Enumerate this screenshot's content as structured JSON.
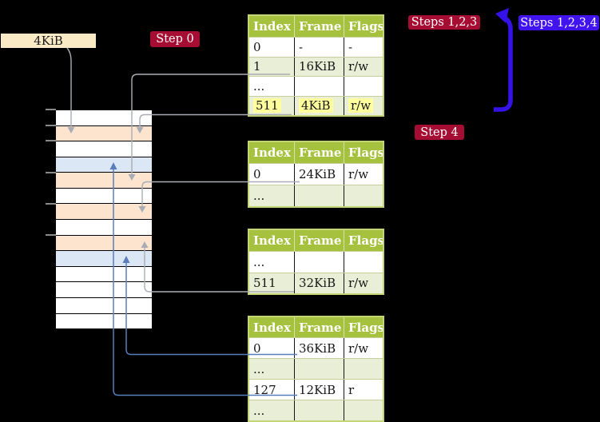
{
  "page_label": {
    "text": "4KiB"
  },
  "badges": [
    {
      "label": "Step 0",
      "color": "#a60d33"
    },
    {
      "label": "Steps 1,2,3",
      "color": "#a60d33"
    },
    {
      "label": "Steps 1,2,3,4",
      "color": "#4013ef"
    },
    {
      "label": "Step 4",
      "color": "#a60d33"
    }
  ],
  "tables": [
    {
      "name": "page-table-level4",
      "headers": [
        "Index",
        "Frame",
        "Flags"
      ],
      "rows": [
        {
          "cells": [
            "0",
            "-",
            "-"
          ],
          "shaded": false,
          "highlight": false
        },
        {
          "cells": [
            "1",
            "16KiB",
            "r/w"
          ],
          "shaded": true,
          "highlight": false
        },
        {
          "cells": [
            "...",
            "",
            ""
          ],
          "shaded": false,
          "highlight": false
        },
        {
          "cells": [
            "511",
            "4KiB",
            "r/w"
          ],
          "shaded": true,
          "highlight": true
        }
      ]
    },
    {
      "name": "page-table-second",
      "headers": [
        "Index",
        "Frame",
        "Flags"
      ],
      "rows": [
        {
          "cells": [
            "0",
            "24KiB",
            "r/w"
          ],
          "shaded": false,
          "highlight": false
        },
        {
          "cells": [
            "...",
            "",
            ""
          ],
          "shaded": true,
          "highlight": false
        }
      ]
    },
    {
      "name": "page-table-third",
      "headers": [
        "Index",
        "Frame",
        "Flags"
      ],
      "rows": [
        {
          "cells": [
            "...",
            "",
            ""
          ],
          "shaded": false,
          "highlight": false
        },
        {
          "cells": [
            "511",
            "32KiB",
            "r/w"
          ],
          "shaded": true,
          "highlight": false
        }
      ]
    },
    {
      "name": "page-table-fourth",
      "headers": [
        "Index",
        "Frame",
        "Flags"
      ],
      "rows": [
        {
          "cells": [
            "0",
            "36KiB",
            "r/w"
          ],
          "shaded": false,
          "highlight": false
        },
        {
          "cells": [
            "...",
            "",
            ""
          ],
          "shaded": true,
          "highlight": false
        },
        {
          "cells": [
            "127",
            "12KiB",
            "r"
          ],
          "shaded": false,
          "highlight": false
        },
        {
          "cells": [
            "...",
            "",
            ""
          ],
          "shaded": true,
          "highlight": false
        }
      ]
    }
  ],
  "memory": {
    "rows": [
      "white",
      "orange",
      "white",
      "blue",
      "orange",
      "white",
      "orange",
      "white",
      "orange",
      "blue",
      "white",
      "white",
      "white",
      "white"
    ],
    "tick_rows": [
      0,
      1,
      2,
      4,
      6,
      8
    ]
  },
  "colors": {
    "header_green": "#a5c13e",
    "row_green": "#e9efd6",
    "highlight_yellow": "#ffff9e",
    "wheat": "#faeac6",
    "orange_frame": "#fce4cf",
    "blue_frame": "#dbe7f5",
    "badge_red": "#a60d33",
    "badge_blue": "#4013ef",
    "connector_gray": "#a9adb3",
    "connector_blue": "#5b7cbd",
    "recursive_blue": "#3512e8"
  }
}
